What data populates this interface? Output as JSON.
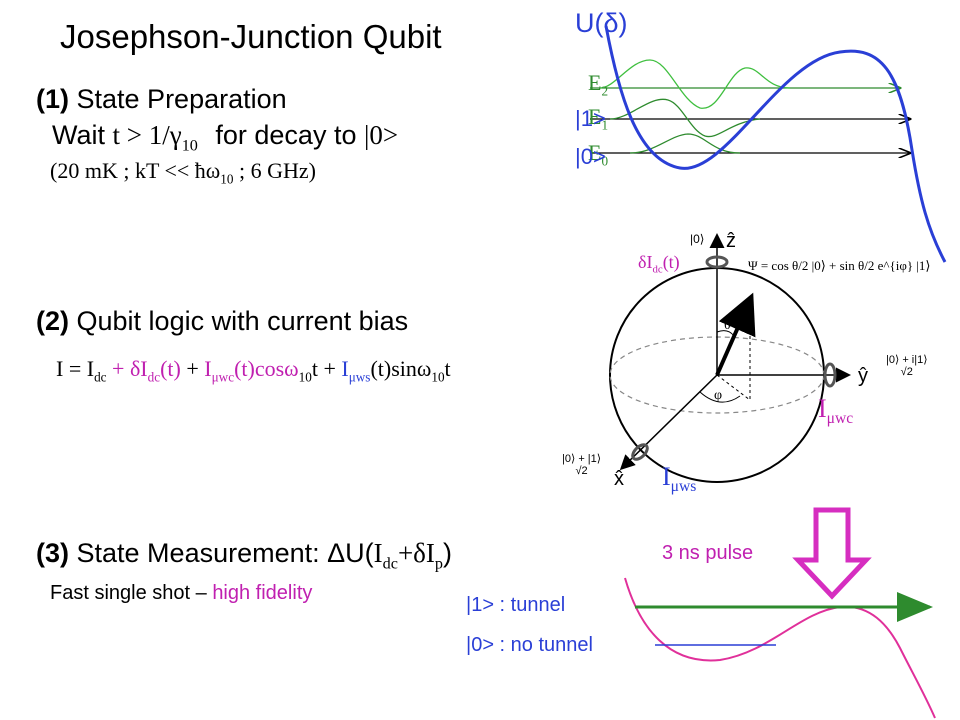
{
  "title": "Josephson-Junction Qubit",
  "section1": {
    "num": "(1)",
    "heading": "State Preparation",
    "wait_pre": "Wait",
    "wait_cond": "t > 1/γ",
    "wait_cond_sub": "10",
    "wait_post": "for decay to",
    "ket0": "|0>",
    "temp_a": "(20 mK ; kT << ħω",
    "temp_sub": "10",
    "temp_b": " ; 6 GHz)"
  },
  "section2": {
    "num": "(2)",
    "heading": "Qubit logic with current bias",
    "eq_I": "I = I",
    "eq_I_sub": "dc",
    "eq_plus1": " + ",
    "eq_dI": "δI",
    "eq_dI_sub": "dc",
    "eq_dI_t": "(t)",
    "eq_plus2": " + ",
    "eq_Iwc": "I",
    "eq_Iwc_sub": "μwc",
    "eq_Iwc_rest": "(t)cosω",
    "eq_Iwc_sub2": "10",
    "eq_Iwc_t": "t",
    "eq_plus3": " + ",
    "eq_Iws": "I",
    "eq_Iws_sub": "μws",
    "eq_Iws_rest": "(t)sinω",
    "eq_Iws_sub2": "10",
    "eq_Iws_t": "t"
  },
  "section3": {
    "num": "(3)",
    "heading": "State Measurement: ΔU(",
    "meas_I": "I",
    "meas_I_sub": "dc",
    "meas_plus": "+δI",
    "meas_p_sub": "p",
    "meas_close": ")",
    "fast_pre": "Fast single shot – ",
    "fast_hl": "high fidelity"
  },
  "potential": {
    "label_U": "U(δ)",
    "E2": "E",
    "E2_sub": "2",
    "E1": "E",
    "E1_sub": "1",
    "E0": "E",
    "E0_sub": "0",
    "ket1": "|1>",
    "ket0": "|0>"
  },
  "bloch": {
    "dIdc": "δI",
    "dIdc_sub": "dc",
    "dIdc_t": "(t)",
    "Iwc": "I",
    "Iwc_sub": "μwc",
    "Iws": "I",
    "Iws_sub": "μws",
    "ket_top": "|0⟩",
    "z_label": "ẑ",
    "y_label": "ŷ",
    "x_label": "x̂",
    "theta": "θ",
    "phi": "φ",
    "psi_eq": "Ψ = cos θ/2 |0⟩ + sin θ/2 e^{iφ} |1⟩",
    "y_state_num": "|0⟩ + i|1⟩",
    "y_state_den": "√2",
    "x_state_num": "|0⟩ + |1⟩",
    "x_state_den": "√2"
  },
  "measurement": {
    "pulse": "3 ns pulse",
    "tunnel": "|1> :  tunnel",
    "notunnel": "|0> :  no tunnel"
  },
  "colors": {
    "blue": "#2a3fd6",
    "green": "#2e8b2e",
    "magenta": "#c020b0"
  }
}
